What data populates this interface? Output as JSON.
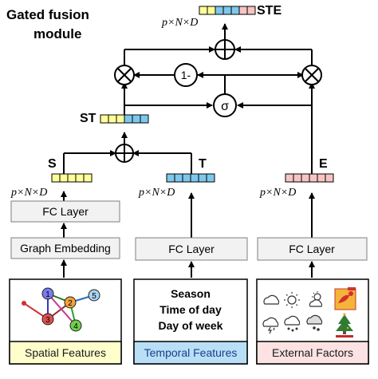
{
  "title": {
    "line1": "Gated fusion",
    "line2": "module"
  },
  "shape_label": "p×N×D",
  "labels": {
    "ste": "STE",
    "st": "ST",
    "s": "S",
    "t": "T",
    "e": "E"
  },
  "gate": {
    "one_minus": "1-",
    "sigma": "σ"
  },
  "layers": {
    "fc_spatial": "FC Layer",
    "graph_embedding": "Graph Embedding",
    "fc_temporal": "FC Layer",
    "fc_external": "FC Layer"
  },
  "spatial": {
    "nodes": [
      "1",
      "2",
      "3",
      "4",
      "5"
    ],
    "caption": "Spatial Features"
  },
  "temporal": {
    "lines": [
      "Season",
      "Time of day",
      "Day of week"
    ],
    "caption": "Temporal Features"
  },
  "external": {
    "caption": "External Factors",
    "icons": [
      "cloudy-icon",
      "sunny-icon",
      "partly-cloudy-icon",
      "new-year-icon",
      "thunderstorm-icon",
      "snow-icon",
      "windy-icon",
      "christmas-tree-icon"
    ]
  },
  "colors": {
    "yellow": "#ffff99",
    "blue": "#7ec8ec",
    "pink": "#f7c4c4",
    "box_fill": "#f2f2f2",
    "spatial_caption_bg": "#ffffcc",
    "temporal_caption_bg": "#b8dff5",
    "external_caption_bg": "#fce2e2",
    "spatial_caption_text": "#1a1a1a",
    "temporal_caption_text": "#1a3d8f",
    "external_caption_text": "#1a1a1a"
  }
}
